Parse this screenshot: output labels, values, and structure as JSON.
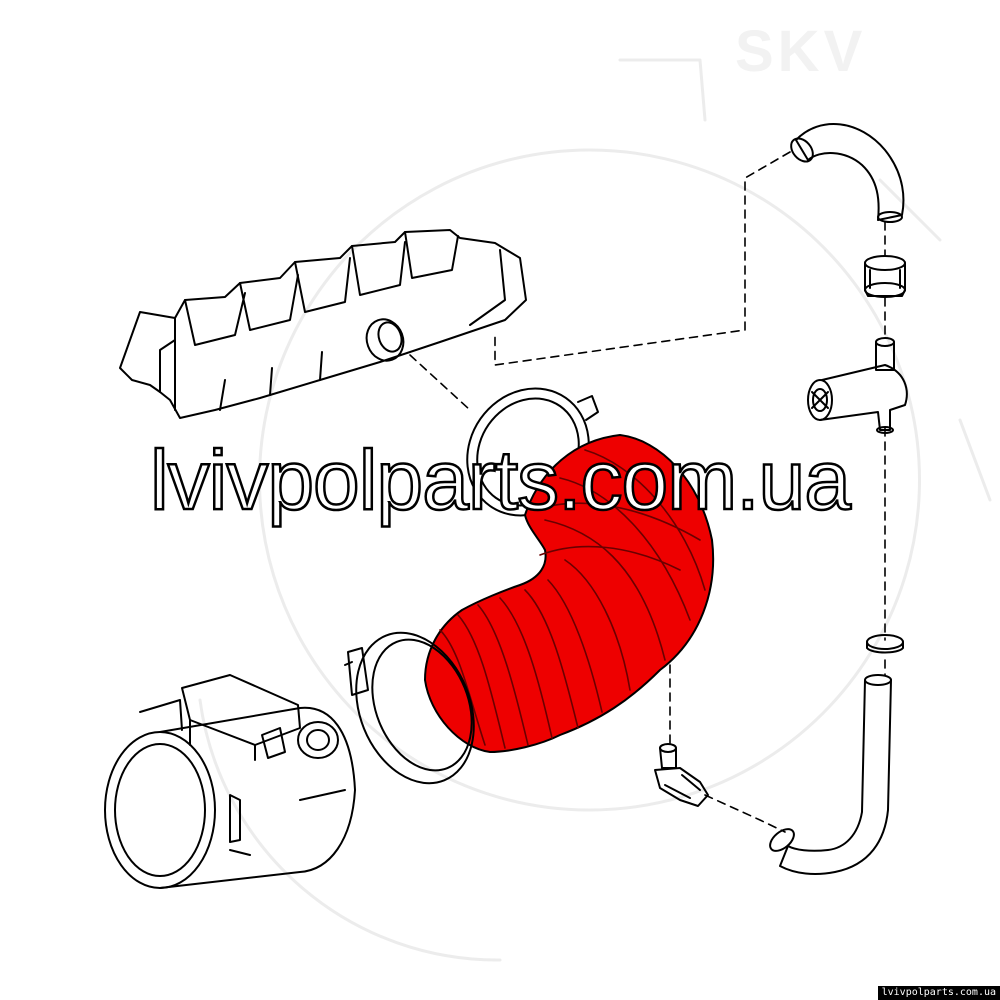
{
  "watermark": {
    "site": "lvivpolparts.com.ua",
    "brand": "SKV"
  },
  "footer": {
    "url": "lvivpolparts.com.ua"
  },
  "colors": {
    "highlight_part": "#ee0000",
    "line": "#000000",
    "background": "#ffffff"
  }
}
